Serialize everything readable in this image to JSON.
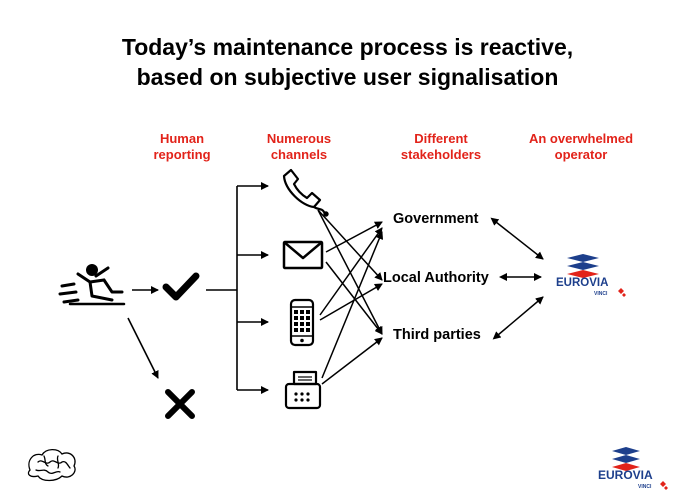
{
  "title": {
    "line1": "Today’s maintenance process is reactive,",
    "line2": "based on subjective user signalisation"
  },
  "columns": [
    {
      "line1": "Human",
      "line2": "reporting"
    },
    {
      "line1": "Numerous",
      "line2": "channels"
    },
    {
      "line1": "Different",
      "line2": "stakeholders"
    },
    {
      "line1": "An overwhelmed",
      "line2": "operator"
    }
  ],
  "stakeholders": {
    "government": "Government",
    "local_authority": "Local Authority",
    "third_parties": "Third parties"
  },
  "logo": {
    "name": "EUROVIA",
    "sub": "VINCI"
  },
  "colors": {
    "accent": "#e2231a",
    "logo_blue": "#1d3f8c",
    "ink": "#000000"
  },
  "icons": {
    "person": "tripping-person-icon",
    "success": "check-icon",
    "failure": "cross-icon",
    "phone": "phone-icon",
    "mail": "envelope-icon",
    "mobile": "smartphone-icon",
    "fax": "fax-icon",
    "brain": "brain-icon"
  }
}
